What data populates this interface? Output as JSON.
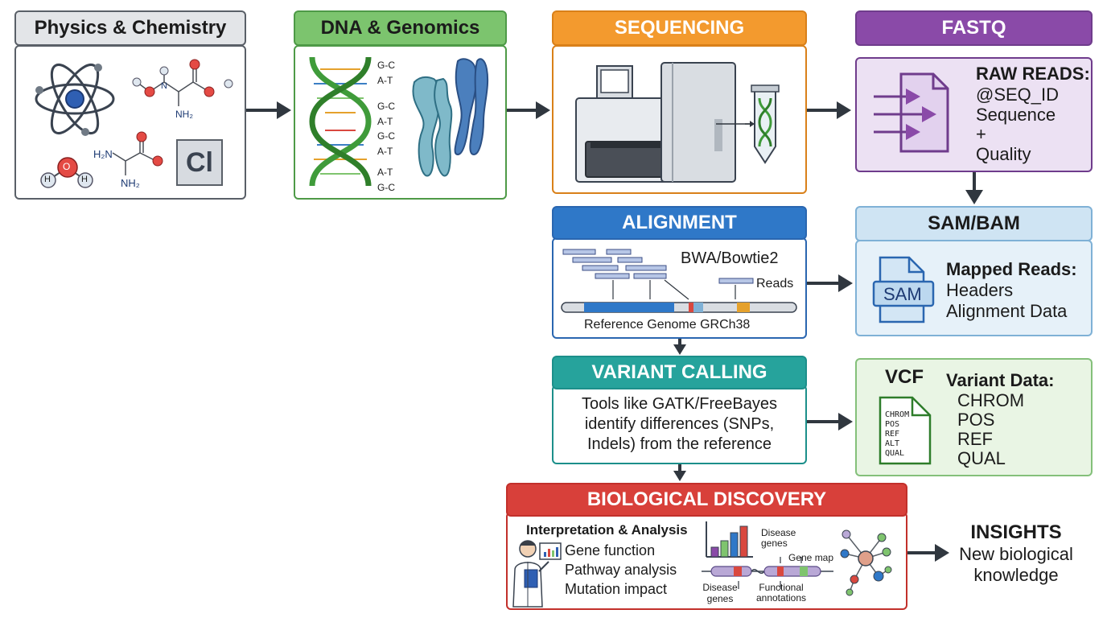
{
  "stages": {
    "physics": {
      "title": "Physics & Chemistry",
      "cl": "Cl",
      "nh2": "NH₂",
      "h2n": "H₂N",
      "h": "H",
      "o": "O",
      "n": "N"
    },
    "dna": {
      "title": "DNA & Genomics",
      "pairs": [
        "G-C",
        "A-T",
        "G-C",
        "A-T",
        "G-C",
        "A-T",
        "A-T",
        "G-C"
      ]
    },
    "sequencing": {
      "title": "SEQUENCING"
    },
    "fastq": {
      "title": "FASTQ",
      "heading": "RAW READS:",
      "lines": [
        "@SEQ_ID",
        "Sequence",
        "+",
        "Quality"
      ]
    },
    "alignment": {
      "title": "ALIGNMENT",
      "tool": "BWA/Bowtie2",
      "reads": "Reads",
      "reference": "Reference Genome GRCh38"
    },
    "sambam": {
      "title": "SAM/BAM",
      "file_label": "SAM",
      "heading": "Mapped Reads:",
      "lines": [
        "Headers",
        "Alignment Data"
      ]
    },
    "variant": {
      "title": "VARIANT CALLING",
      "lines": [
        "Tools like GATK/FreeBayes",
        "identify differences (SNPs,",
        "Indels) from the reference"
      ]
    },
    "vcf": {
      "title": "VCF",
      "file_lines": [
        "CHROM",
        "POS",
        "REF",
        "ALT",
        "QUAL"
      ],
      "heading": "Variant Data:",
      "lines": [
        "CHROM",
        "POS",
        "REF",
        "QUAL"
      ]
    },
    "discovery": {
      "title": "BIOLOGICAL DISCOVERY",
      "heading": "Interpretation & Analysis",
      "items": [
        "Gene function",
        "Pathway analysis",
        "Mutation impact"
      ],
      "map_labels": {
        "disease_genes_top": "Disease genes",
        "gene_map": "Gene map",
        "disease_genes_bottom": "Disease genes",
        "functional": "Functional annotations"
      }
    },
    "insights": {
      "title": "INSIGHTS",
      "lines": [
        "New biological",
        "knowledge"
      ]
    }
  },
  "colors": {
    "gray": "#5a6068",
    "gray_bg": "#e3e5e8",
    "green": "#4e9a47",
    "green_bg": "#7cc46e",
    "orange": "#d98019",
    "orange_bg": "#f39a2e",
    "purple": "#6f3c8c",
    "purple_bg": "#8a4aa8",
    "purple_fill": "#ece1f3",
    "blue": "#2a66b0",
    "blue_bg": "#2f78c8",
    "lightblue": "#7fb1d6",
    "lightblue_bg": "#cfe4f3",
    "lightblue_fill": "#e6f1f9",
    "teal": "#1c8f8a",
    "teal_bg": "#26a39c",
    "vcfgreen": "#84c07a",
    "vcf_fill": "#e9f5e4",
    "red": "#c2302b",
    "red_bg": "#d8403a",
    "arrow": "#30373f"
  },
  "icons": [
    "atom-icon",
    "molecule-icon",
    "water-molecule-icon",
    "dna-helix-icon",
    "chromosome-icon",
    "sequencer-icon",
    "test-tube-icon",
    "file-arrow-icon",
    "document-icon",
    "scientist-icon",
    "bar-chart-icon",
    "network-icon"
  ]
}
